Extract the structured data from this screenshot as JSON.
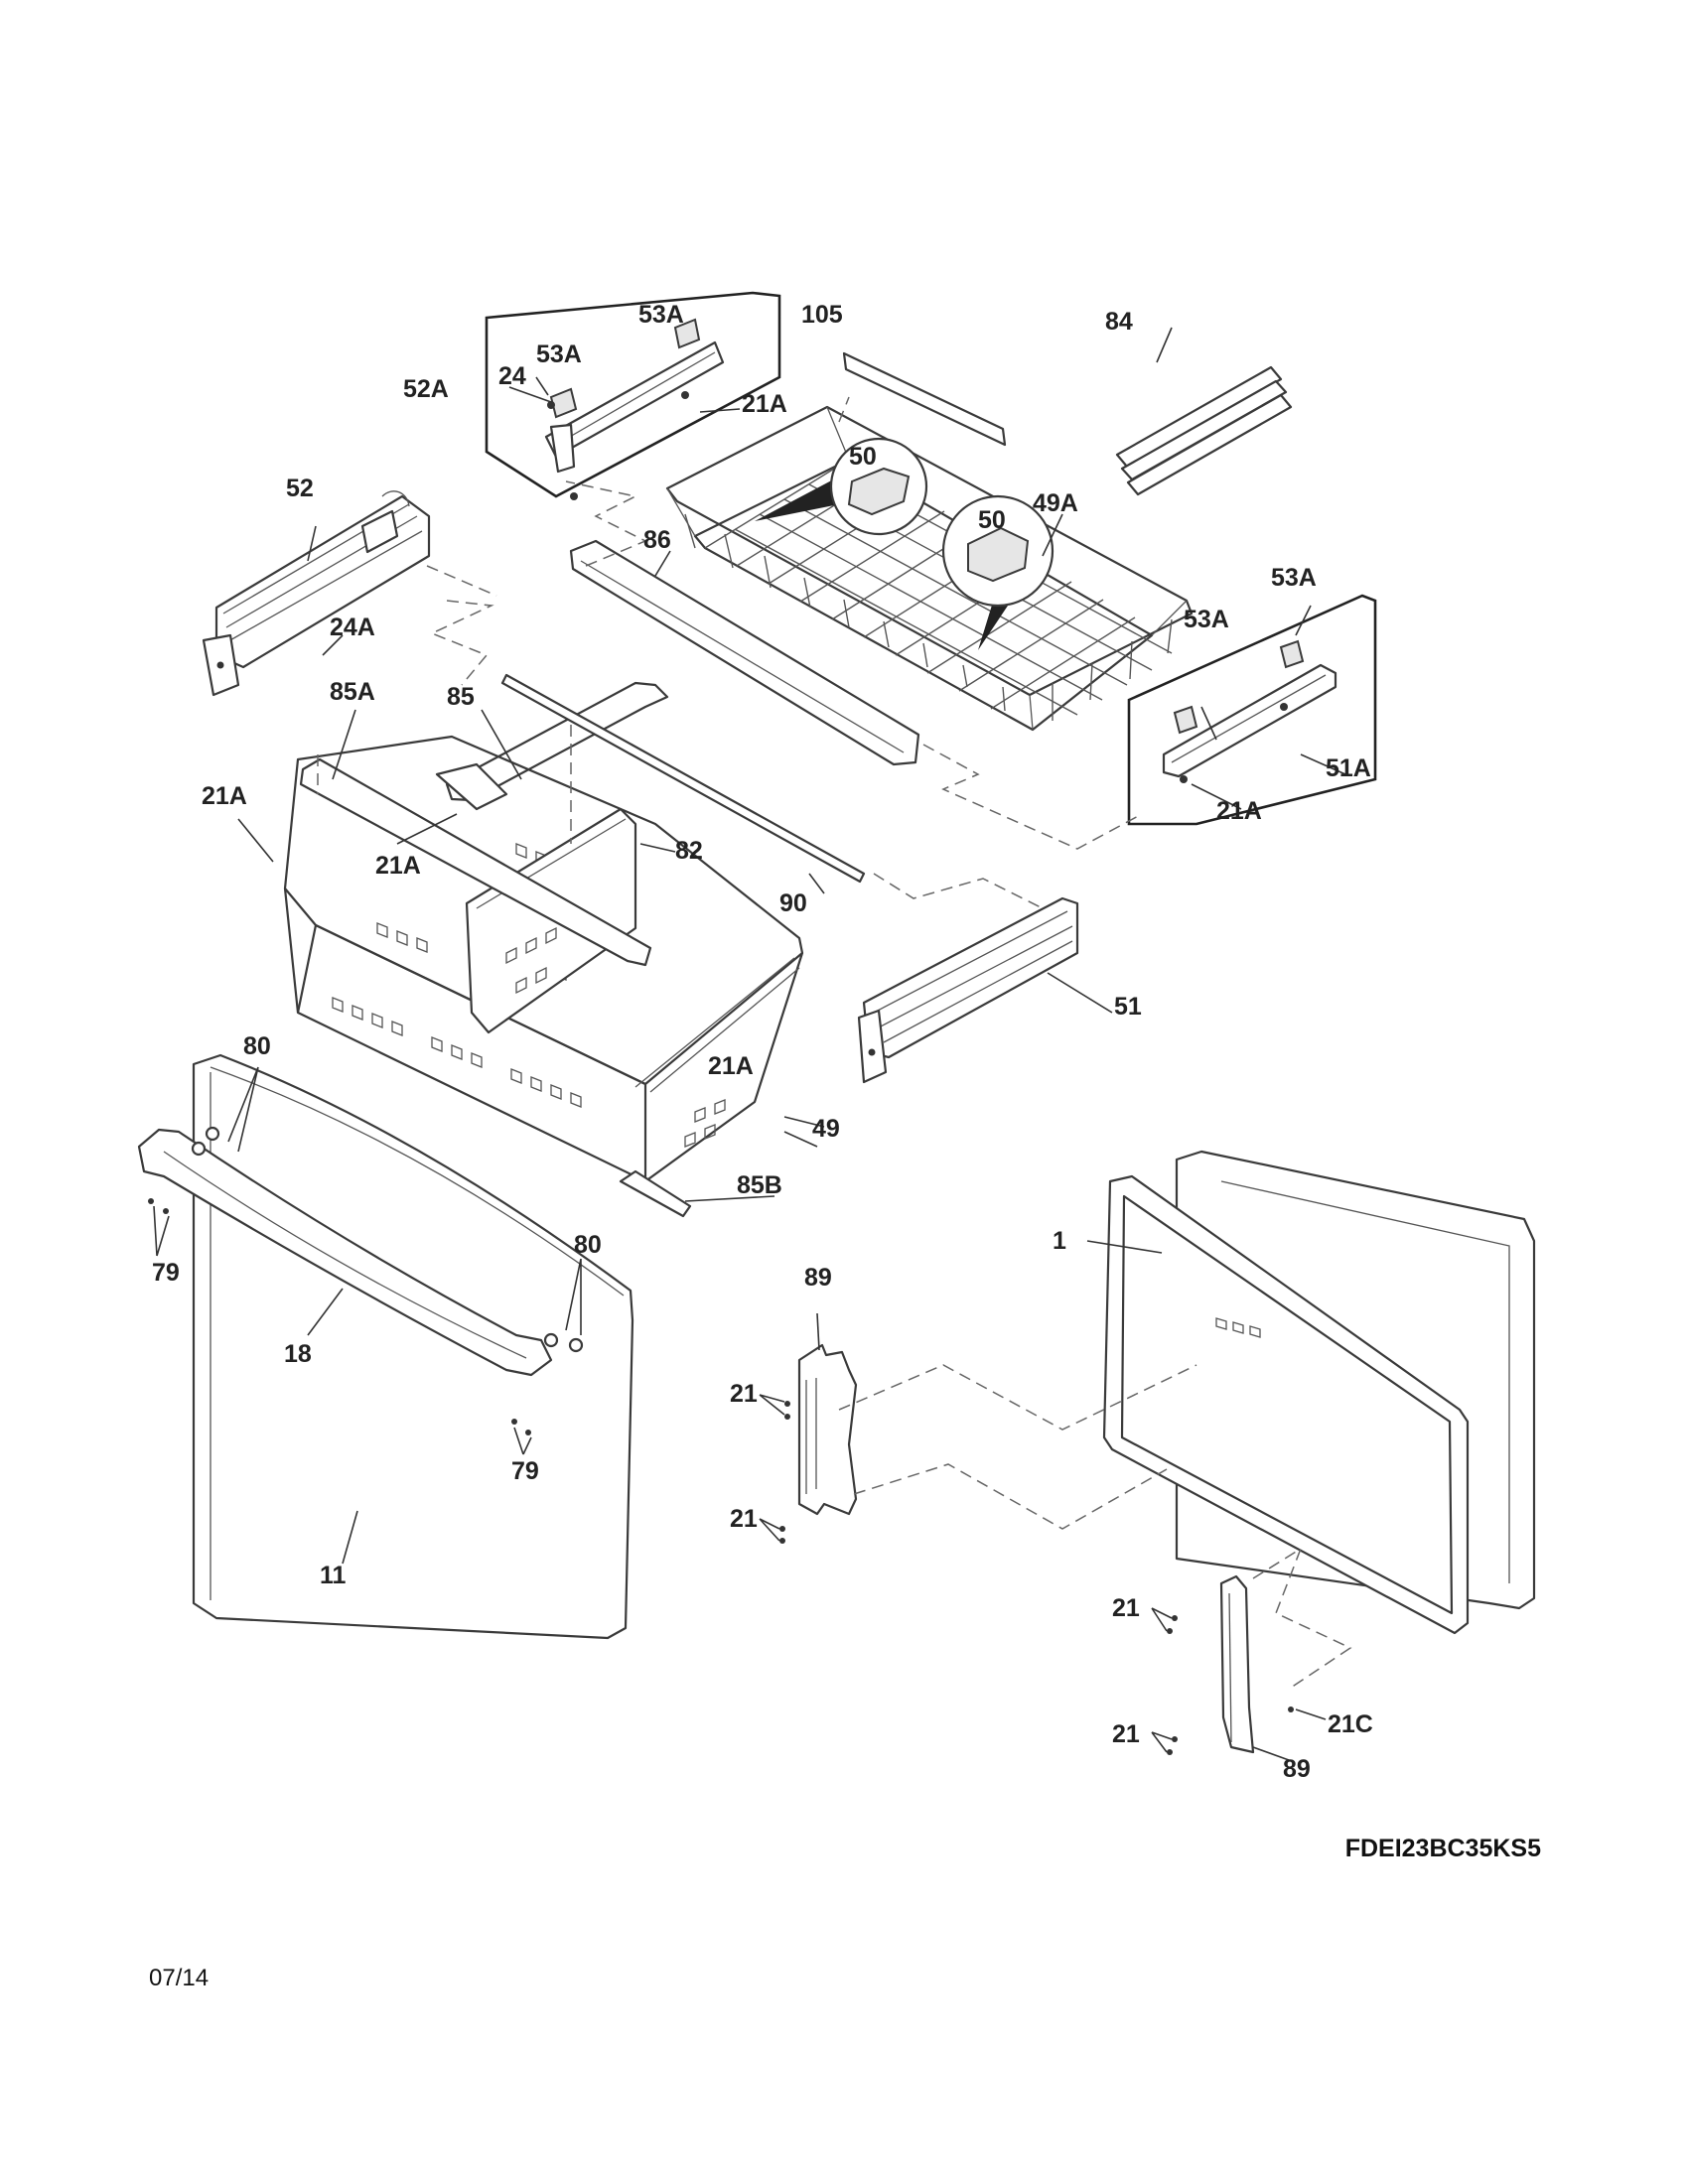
{
  "model_number": "FDEI23BC35KS5",
  "date_code": "07/14",
  "callouts": {
    "c1": "1",
    "c11": "11",
    "c18": "18",
    "c21_a": "21",
    "c21_b": "21",
    "c21_c": "21",
    "c21_d": "21",
    "c21A_1": "21A",
    "c21A_2": "21A",
    "c21A_3": "21A",
    "c21A_4": "21A",
    "c21A_5": "21A",
    "c21C": "21C",
    "c24": "24",
    "c24A": "24A",
    "c49": "49",
    "c49A": "49A",
    "c50_a": "50",
    "c50_b": "50",
    "c51": "51",
    "c51A": "51A",
    "c52": "52",
    "c52A": "52A",
    "c53A_1": "53A",
    "c53A_2": "53A",
    "c53A_3": "53A",
    "c53A_4": "53A",
    "c79_a": "79",
    "c79_b": "79",
    "c80_a": "80",
    "c80_b": "80",
    "c82": "82",
    "c84": "84",
    "c85": "85",
    "c85A": "85A",
    "c85B": "85B",
    "c86": "86",
    "c89_a": "89",
    "c89_b": "89",
    "c90": "90",
    "c105": "105"
  }
}
